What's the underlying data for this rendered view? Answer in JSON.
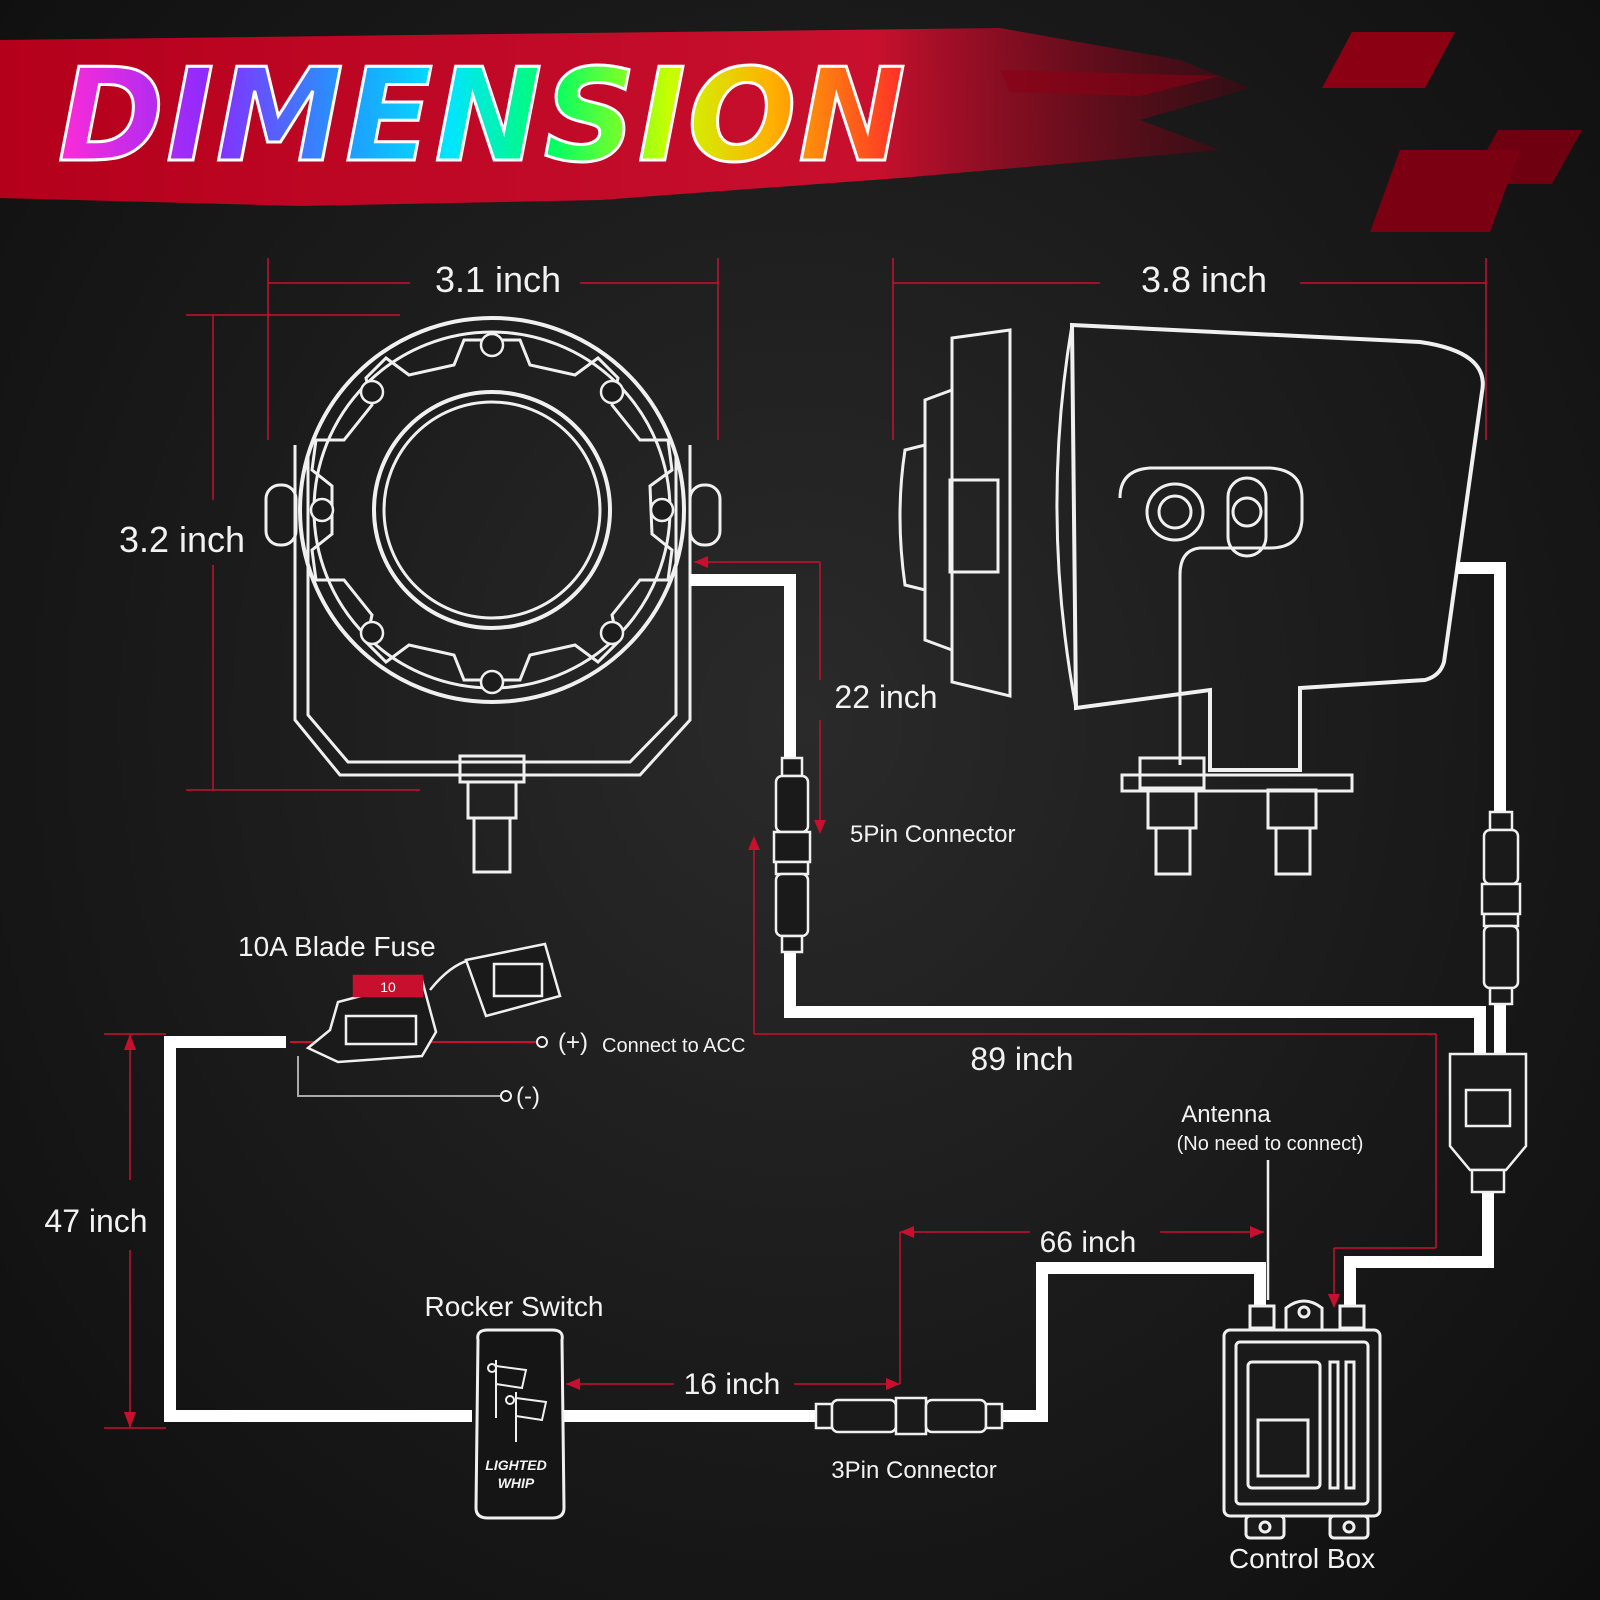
{
  "header": {
    "title": "DIMENSION"
  },
  "dimensions": {
    "front_width": "3.1 inch",
    "front_height": "3.2 inch",
    "side_width": "3.8 inch",
    "cable_light_to_connector": "22 inch",
    "cable_main": "89 inch",
    "cable_power": "47 inch",
    "cable_switch_to_connector": "16 inch",
    "cable_connector_to_box": "66 inch"
  },
  "components": {
    "connector_5pin": "5Pin Connector",
    "fuse": "10A Blade Fuse",
    "fuse_value": "10",
    "positive": "(+)",
    "connect_acc": "Connect to ACC",
    "negative": "(-)",
    "antenna": "Antenna",
    "antenna_note": "(No need to connect)",
    "rocker_switch": "Rocker Switch",
    "switch_text_line1": "LIGHTED",
    "switch_text_line2": "WHIP",
    "connector_3pin": "3Pin Connector",
    "control_box": "Control Box"
  },
  "colors": {
    "accent_red": "#c8102e",
    "wire": "#ffffff",
    "background": "#1a1a1a"
  }
}
